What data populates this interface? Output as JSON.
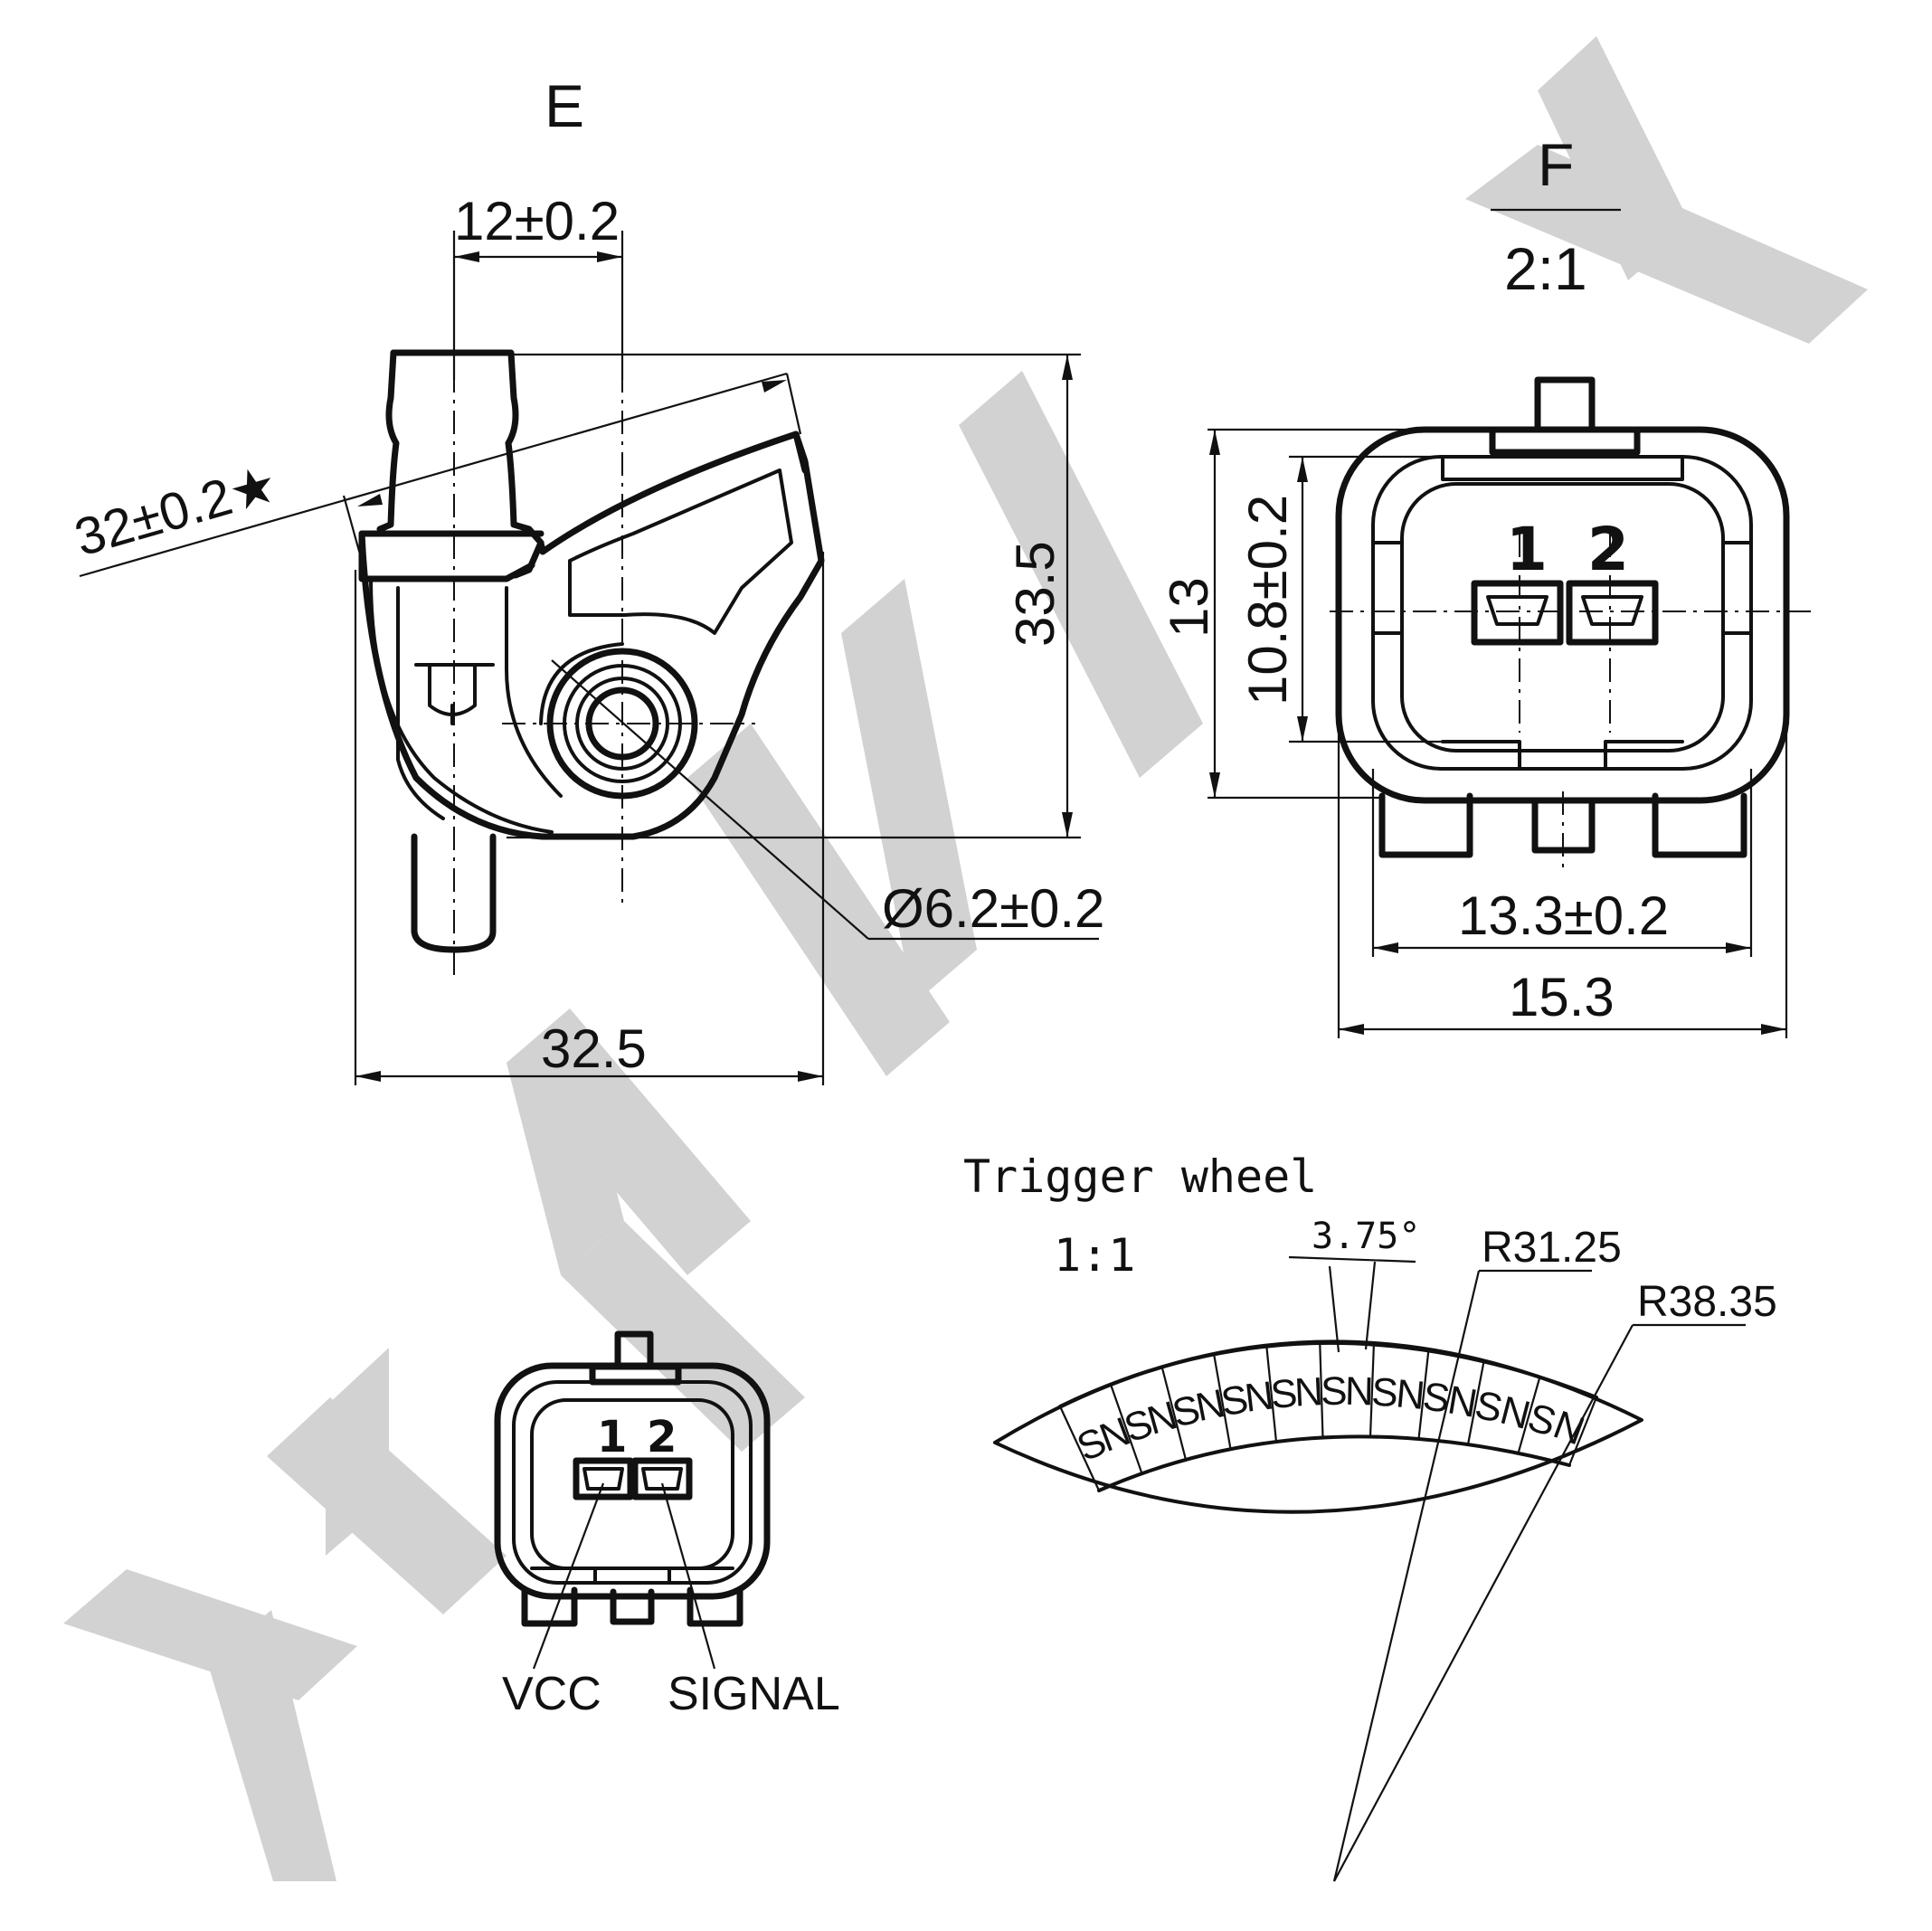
{
  "views": {
    "e": {
      "label": "E"
    },
    "f": {
      "label": "F",
      "scale": "2:1"
    },
    "trigger": {
      "title": "Trigger wheel",
      "scale": "1:1"
    }
  },
  "dimensions": {
    "pitch": "12±0.2",
    "length": "32±0.2★",
    "height": "33.5",
    "hole": "Ø6.2±0.2",
    "width": "32.5",
    "f_height": "13",
    "f_inner_height": "10.8±0.2",
    "f_inner_width": "13.3±0.2",
    "f_width": "15.3",
    "angle": "3.75°",
    "inner_radius": "R31.25",
    "outer_radius": "R38.35"
  },
  "pins": {
    "pin1": "1",
    "pin2": "2",
    "vcc": "VCC",
    "signal": "SIGNAL"
  },
  "poles": [
    "S",
    "N",
    "S",
    "N",
    "S",
    "N",
    "S",
    "N",
    "S",
    "N",
    "S",
    "N",
    "S",
    "N",
    "S",
    "N",
    "S",
    "N",
    "S",
    "N"
  ],
  "colors": {
    "line": "#111111",
    "watermark": "#d2d2d2"
  }
}
